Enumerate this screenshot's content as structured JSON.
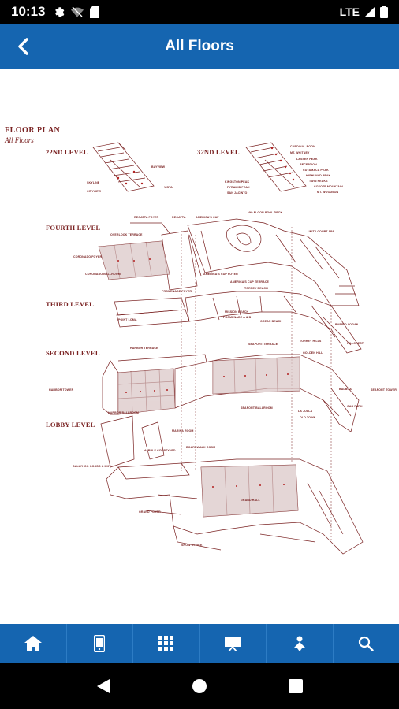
{
  "status_bar": {
    "time": "10:13",
    "network": "LTE"
  },
  "app_bar": {
    "title": "All Floors",
    "back_icon": "chevron-left-icon"
  },
  "floor_plan": {
    "title": "FLOOR PLAN",
    "subtitle": "All Floors",
    "levels": [
      {
        "key": "22nd",
        "label": "22ND LEVEL"
      },
      {
        "key": "32nd",
        "label": "32ND LEVEL"
      },
      {
        "key": "fourth",
        "label": "FOURTH LEVEL"
      },
      {
        "key": "third",
        "label": "THIRD LEVEL"
      },
      {
        "key": "second",
        "label": "SECOND LEVEL"
      },
      {
        "key": "lobby",
        "label": "LOBBY LEVEL"
      }
    ],
    "rooms": {
      "skyline": "SKYLINE",
      "cityview": "CITYVIEW",
      "bayview": "BAYVIEW",
      "vista": "VISTA",
      "cardinal_room": "CARDINAL ROOM",
      "mt_whitney": "MT. WHITNEY",
      "lassen_peak": "LASSEN PEAK",
      "reception": "RECEPTION",
      "cuyamaca_peak": "CUYAMACA PEAK",
      "highland_peak": "HIGHLAND PEAK",
      "twin_peaks": "TWIN PEAKS",
      "kingston_peak": "KINGSTON PEAK",
      "pyramid_peak": "PYRAMID PEAK",
      "san_jacinto": "SAN JACINTO",
      "coyote_mountain": "COYOTE MOUNTAIN",
      "mt_woodson": "MT. WOODSON",
      "regatta_foyer": "REGATTA FOYER",
      "regatta": "REGATTA",
      "americas_cup": "AMERICA'S CUP",
      "fourth_floor_pool_deck": "4th FLOOR POOL DECK",
      "unity_court": "UNITY COURT SPA",
      "overlook_terrace": "OVERLOOK TERRACE",
      "coronado_foyer": "CORONADO FOYER",
      "coronado_ballroom": "CORONADO BALLROOM",
      "fourth_foyer": "AMERICA'S CUP FOYER",
      "americas_cup_terrace": "AMERICA'S CUP TERRACE",
      "promenade_foyer": "PROMENADE FOYER",
      "torrey_beach": "TORREY BEACH",
      "mission_beach": "MISSION BEACH",
      "ocean_beach": "OCEAN BEACH",
      "promenade_a_b": "PROMENADE A & B",
      "point_loma": "POINT LOMA",
      "harbor_terrace": "HARBOR TERRACE",
      "seaport_terrace": "SEAPORT TERRACE",
      "seaport_ballroom": "SEAPORT BALLROOM",
      "harbor_ballroom": "HARBOR BALLROOM",
      "harbor_tower": "HARBOR TOWER",
      "seaport_tower": "SEAPORT TOWER",
      "torrey_hills": "TORREY HILLS",
      "golden_hill": "GOLDEN HILL",
      "balboa": "BALBOA",
      "oak_park": "OAK PARK",
      "la_jolla": "LA JOLLA",
      "old_town": "OLD TOWN",
      "hillcrest": "HILLCREST",
      "barrio_logan": "BARRIO LOGAN",
      "marina_room": "MARINA ROOM",
      "marble_courtyard": "MARBLE COURTYARD",
      "boardwalk_room": "BOARDWALK ROOM",
      "grand_hall": "GRAND HALL",
      "grand_foyer": "GRAND FOYER",
      "show_office": "SHOW OFFICE",
      "ballyhoo": "BALLYHOO GOODS & MKT"
    }
  },
  "bottom_nav": [
    {
      "key": "home",
      "icon": "home-icon"
    },
    {
      "key": "mobile",
      "icon": "phone-icon"
    },
    {
      "key": "grid",
      "icon": "grid-icon"
    },
    {
      "key": "presentation",
      "icon": "presentation-icon"
    },
    {
      "key": "network",
      "icon": "network-icon"
    },
    {
      "key": "search",
      "icon": "search-icon"
    }
  ]
}
